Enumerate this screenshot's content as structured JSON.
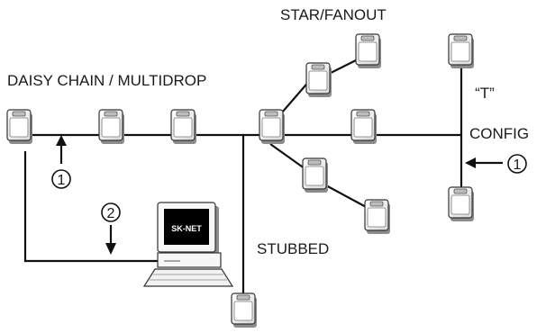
{
  "labels": {
    "star_fanout": "STAR/FANOUT",
    "daisy_chain": "DAISY CHAIN / MULTIDROP",
    "t_config_top": "“T”",
    "t_config_bottom": "CONFIG",
    "stubbed": "STUBBED",
    "computer_screen": "SK-NET"
  },
  "callouts": {
    "daisy_arrow": "1",
    "t_arrow": "1",
    "computer_arrow": "2"
  },
  "colors": {
    "line": "#111111",
    "device_body": "#f4f4f4",
    "device_shadow": "#9a9a9a",
    "screen": "#000000"
  },
  "icons": {
    "device": "sensor-box-icon",
    "computer": "computer-terminal-icon",
    "arrow": "arrow-icon"
  }
}
